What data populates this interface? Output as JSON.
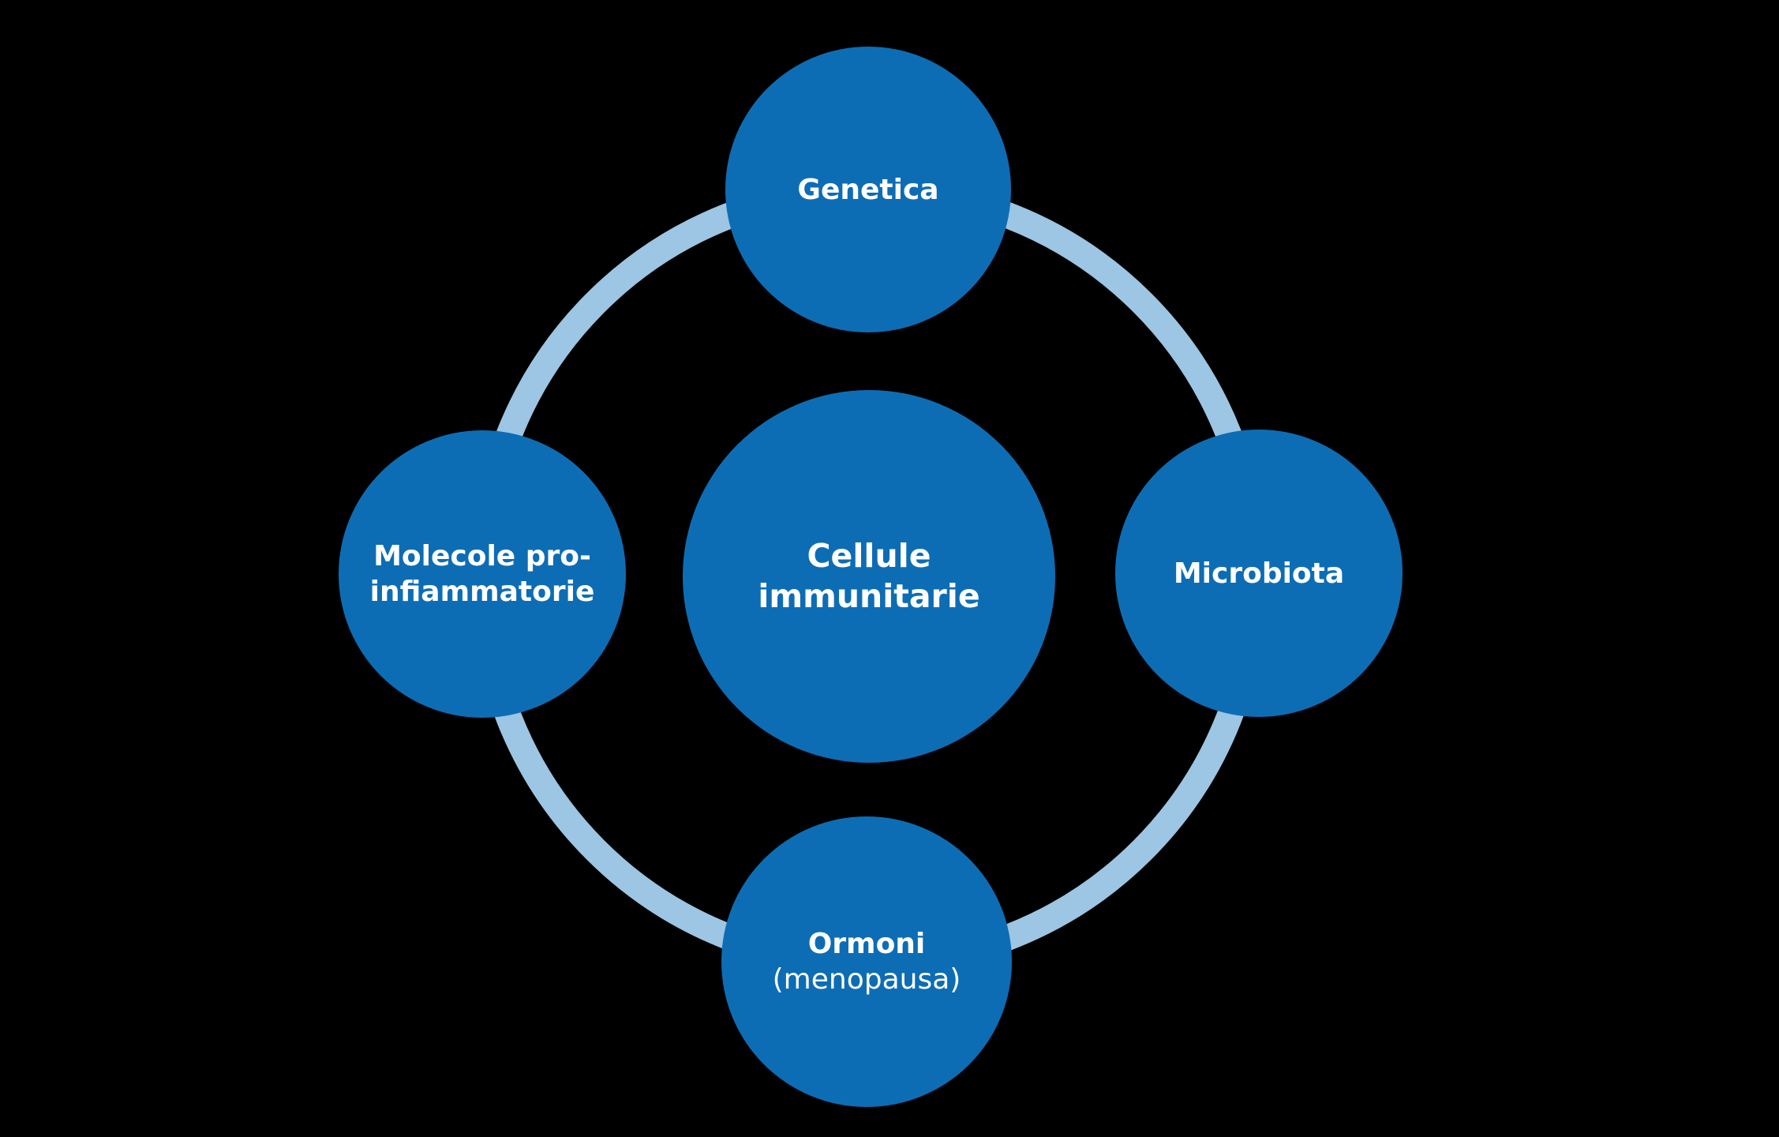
{
  "background": "#000000",
  "colors": {
    "node_fill": "#0d6db4",
    "ring_stroke": "#9cc6e3",
    "node_text": "#ffffff"
  },
  "diagram": {
    "center": {
      "lines": [
        "Cellule",
        "immunitarie"
      ]
    },
    "top": {
      "label": "Genetica"
    },
    "right": {
      "label": "Microbiota"
    },
    "bottom": {
      "line_bold": "Ormoni",
      "line_regular": "(menopausa)"
    },
    "left": {
      "lines": [
        "Molecole pro-",
        "infiammatorie"
      ]
    }
  }
}
